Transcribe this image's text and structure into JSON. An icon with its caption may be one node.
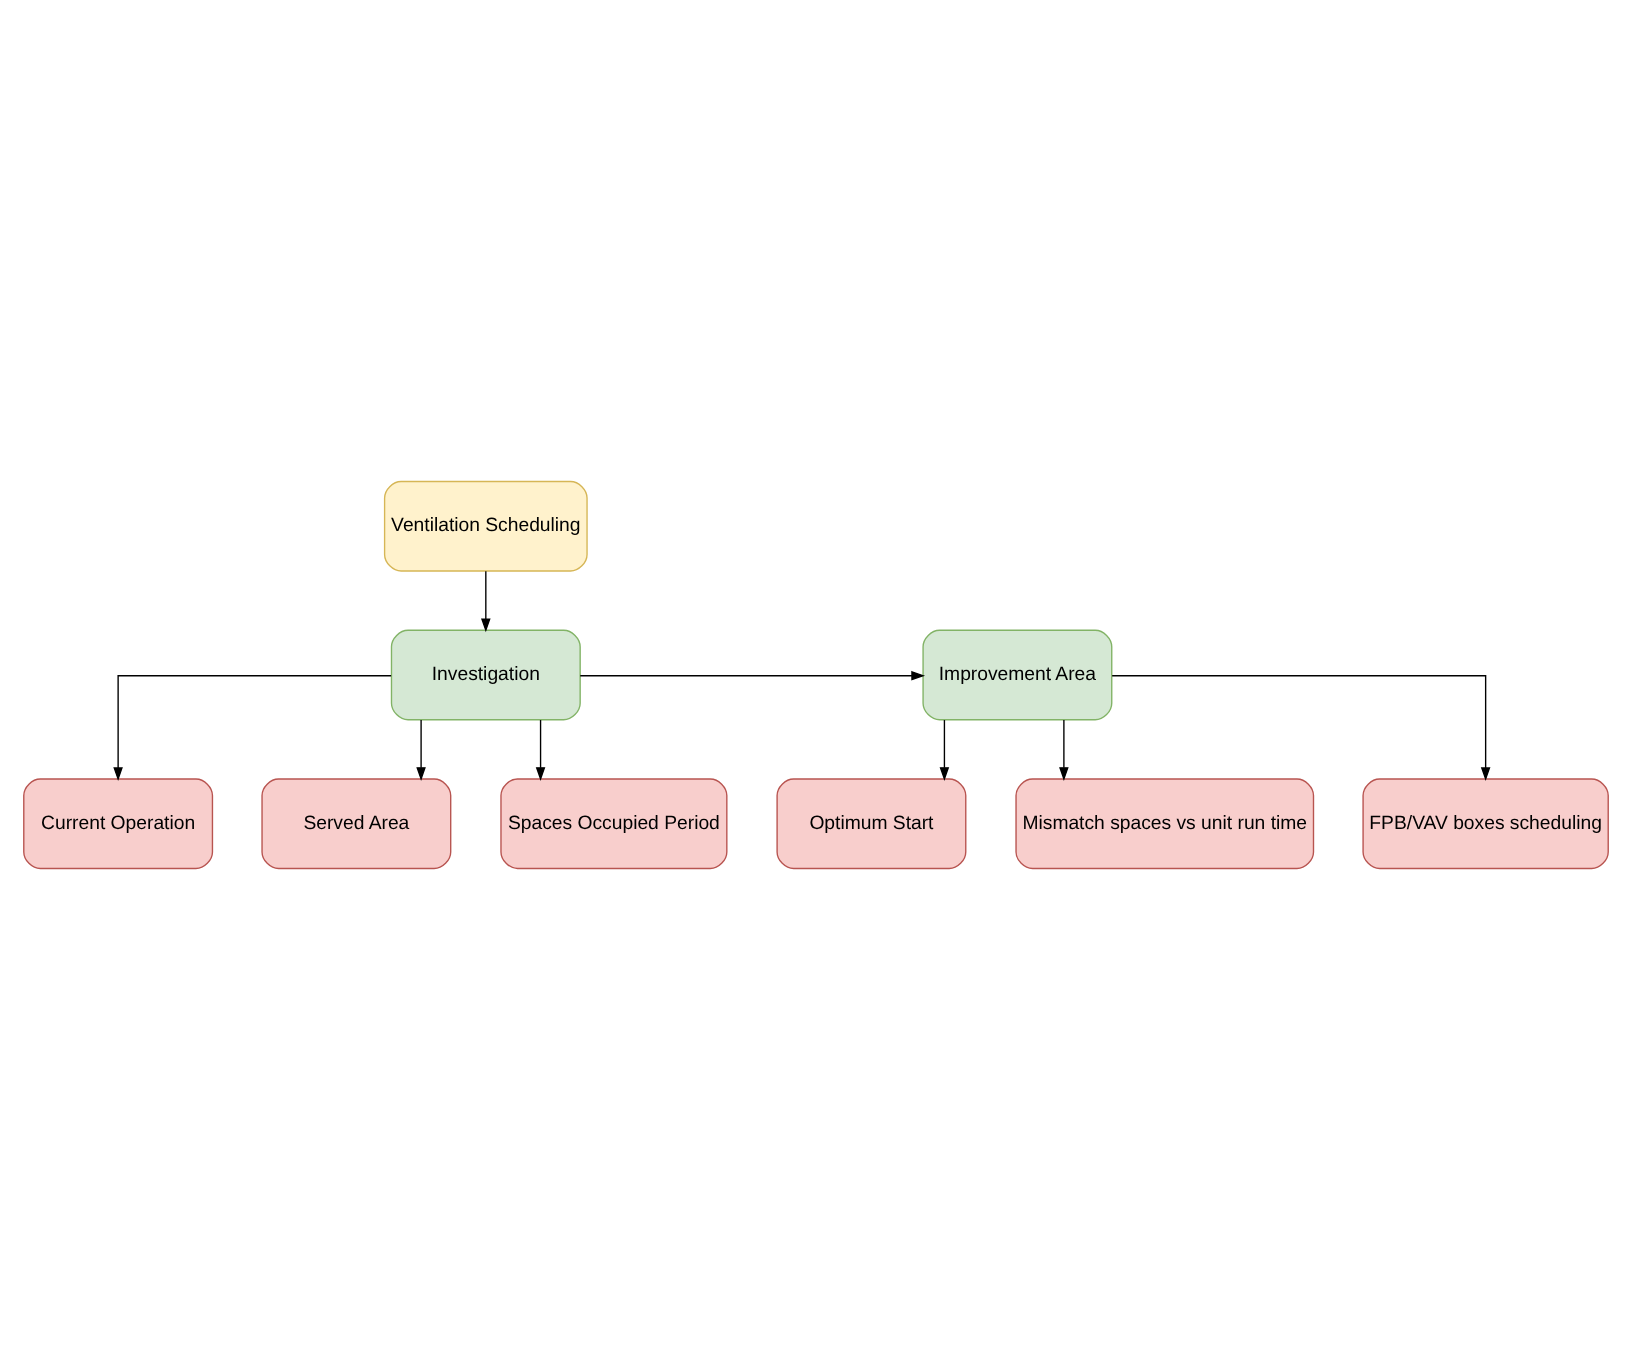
{
  "diagram": {
    "nodes": [
      {
        "text": [
          "Ventilation Scheduling"
        ]
      },
      {
        "text": [
          "Investigation"
        ]
      },
      {
        "text": [
          "Improvement Area"
        ]
      },
      {
        "text": [
          "Current Operation"
        ]
      },
      {
        "text": [
          "Served Area"
        ]
      },
      {
        "text": [
          "Spaces Occupied Period"
        ]
      },
      {
        "text": [
          "Optimum Start"
        ]
      },
      {
        "text": [
          "Mismatch spaces vs unit run time"
        ]
      },
      {
        "text": [
          "FPB/VAV boxes scheduling"
        ]
      }
    ],
    "edges": [
      {
        "from": 0,
        "to": 1,
        "arrow": "to"
      },
      {
        "from": 1,
        "to": 2,
        "arrow": "to"
      },
      {
        "from": 1,
        "to": 3,
        "arrow": "to"
      },
      {
        "from": 1,
        "to": 4,
        "arrow": "to"
      },
      {
        "from": 1,
        "to": 5,
        "arrow": "to"
      },
      {
        "from": 2,
        "to": 6,
        "arrow": "to"
      },
      {
        "from": 2,
        "to": 7,
        "arrow": "to"
      },
      {
        "from": 2,
        "to": 8,
        "arrow": "to"
      }
    ]
  }
}
